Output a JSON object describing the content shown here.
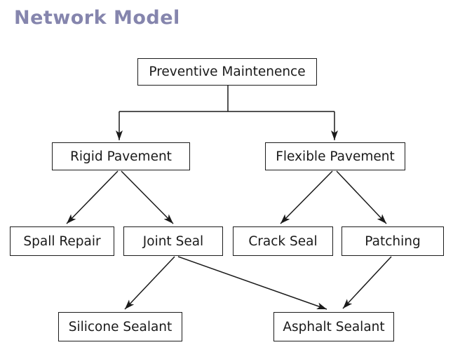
{
  "title": "Network Model",
  "colors": {
    "title_text": "#8585ad",
    "box_border": "#1c1c1c",
    "box_fill": "#ffffff",
    "box_text": "#1a1a1a",
    "connector": "#1a1a1a",
    "background": "#ffffff"
  },
  "chart_data": {
    "type": "table",
    "title": "Network Model",
    "structure": "hierarchy",
    "levels": [
      [
        "Preventive Maintenence"
      ],
      [
        "Rigid Pavement",
        "Flexible Pavement"
      ],
      [
        "Spall Repair",
        "Joint Seal",
        "Crack Seal",
        "Patching"
      ],
      [
        "Silicone Sealant",
        "Asphalt Sealant"
      ]
    ]
  },
  "nodes": [
    {
      "id": "preventive",
      "label": "Preventive Maintenence"
    },
    {
      "id": "rigid",
      "label": "Rigid Pavement"
    },
    {
      "id": "flexible",
      "label": "Flexible Pavement"
    },
    {
      "id": "spall",
      "label": "Spall Repair"
    },
    {
      "id": "joint",
      "label": "Joint Seal"
    },
    {
      "id": "crack",
      "label": "Crack Seal"
    },
    {
      "id": "patching",
      "label": "Patching"
    },
    {
      "id": "silicone",
      "label": "Silicone Sealant"
    },
    {
      "id": "asphalt",
      "label": "Asphalt Sealant"
    }
  ],
  "edges": [
    {
      "from": "Preventive Maintenence",
      "to": "Rigid Pavement"
    },
    {
      "from": "Preventive Maintenence",
      "to": "Flexible Pavement"
    },
    {
      "from": "Rigid Pavement",
      "to": "Spall Repair"
    },
    {
      "from": "Rigid Pavement",
      "to": "Joint Seal"
    },
    {
      "from": "Flexible Pavement",
      "to": "Crack Seal"
    },
    {
      "from": "Flexible Pavement",
      "to": "Patching"
    },
    {
      "from": "Joint Seal",
      "to": "Silicone Sealant"
    },
    {
      "from": "Joint Seal",
      "to": "Asphalt Sealant"
    },
    {
      "from": "Patching",
      "to": "Asphalt Sealant"
    }
  ]
}
